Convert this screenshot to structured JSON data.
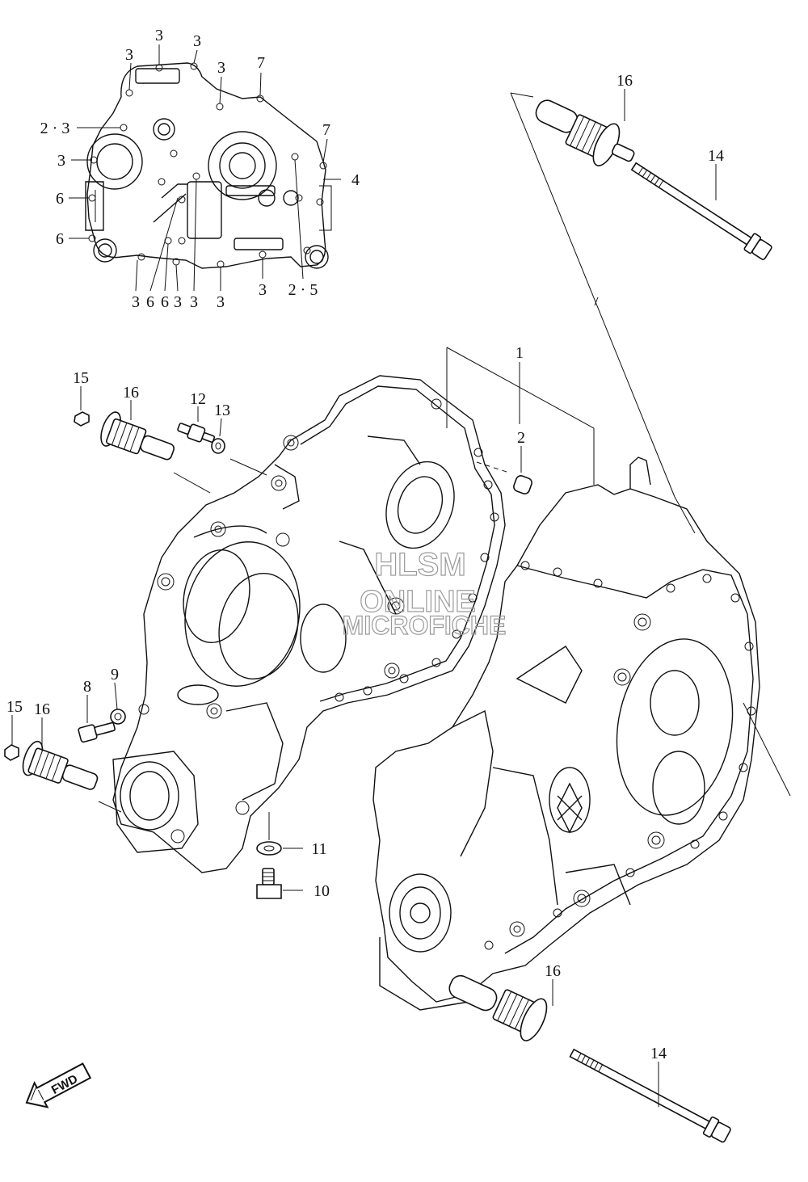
{
  "callouts": {
    "top_left_cluster": [
      "3",
      "3",
      "3",
      "3",
      "7",
      "2 · 3",
      "7",
      "3",
      "4",
      "6",
      "6",
      "3",
      "6",
      "6",
      "3",
      "3",
      "3",
      "3",
      "2 · 5"
    ],
    "c1": "1",
    "c2": "2",
    "c4": "4",
    "c7": "7",
    "c8": "8",
    "c9": "9",
    "c10": "10",
    "c11": "11",
    "c12": "12",
    "c13": "13",
    "c14": "14",
    "c15": "15",
    "c16": "16",
    "c23": "2 · 3",
    "c25": "2 · 5",
    "c3": "3",
    "c6": "6"
  },
  "watermark": {
    "line1": "HLSM",
    "line2": "ONLINE",
    "line3": "MICROFICHE"
  },
  "fwd_label": "FWD"
}
